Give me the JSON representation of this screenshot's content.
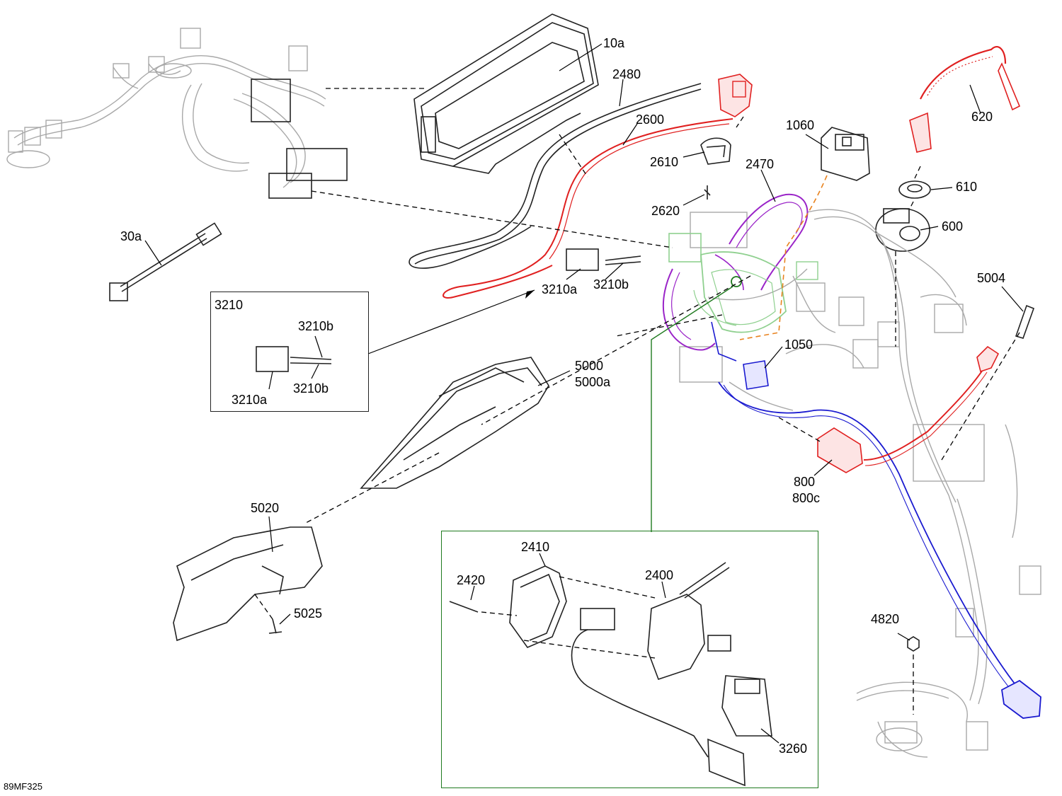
{
  "drawing_code": "89MF325",
  "inset_3210": {
    "title": "3210",
    "labels": {
      "a": "3210a",
      "b_top": "3210b",
      "b_bottom": "3210b"
    }
  },
  "inset_2400": {
    "labels": {
      "l2410": "2410",
      "l2420": "2420",
      "l2400": "2400",
      "l3260": "3260"
    }
  },
  "callouts": {
    "c10a": "10a",
    "c2480": "2480",
    "c2600": "2600",
    "c2610": "2610",
    "c2620": "2620",
    "c1060": "1060",
    "c2470": "2470",
    "c620": "620",
    "c610": "610",
    "c600": "600",
    "c30a": "30a",
    "c3210a": "3210a",
    "c3210b": "3210b",
    "c5004": "5004",
    "c1050": "1050",
    "c5000": "5000",
    "c5000a": "5000a",
    "c800": "800",
    "c800c": "800c",
    "c5020": "5020",
    "c5025": "5025",
    "c4820": "4820"
  },
  "colors": {
    "red": "#e02020",
    "purple": "#9a24c8",
    "blue": "#1a1ad0",
    "green": "#1f7a1f",
    "green_light": "#8fd08f",
    "orange": "#e8821e",
    "line": "#000000",
    "part_outline": "#9a9a9a"
  }
}
